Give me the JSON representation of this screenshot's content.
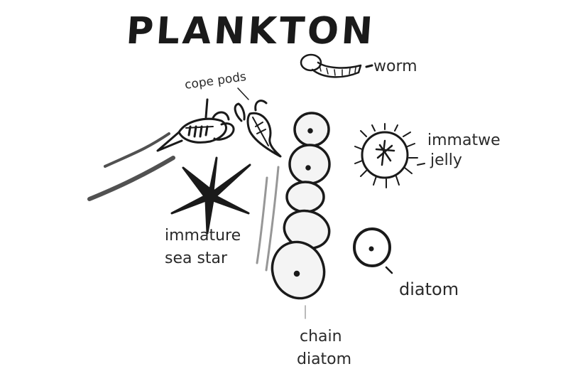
{
  "title": "PLANKTON",
  "labels": {
    "copepods": "cope pods",
    "worm": "worm",
    "immature_jelly_line1": "immatwe",
    "immature_jelly_line2": "jelly",
    "immature_sea_star_line1": "immature",
    "immature_sea_star_line2": "sea star",
    "diatom": "diatom",
    "chain_diatom_line1": "chain",
    "chain_diatom_line2": "diatom"
  },
  "colors": {
    "ink": "#1a1a1a",
    "background": "#ffffff"
  }
}
